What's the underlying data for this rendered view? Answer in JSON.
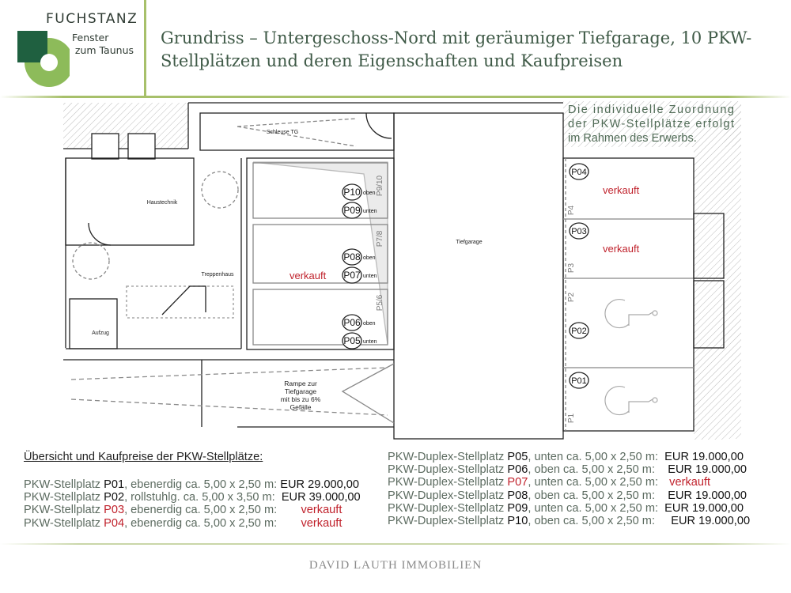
{
  "logo": {
    "name": "FUCHSTANZ",
    "sub_line1": "Fenster",
    "sub_line2": "zum Taunus"
  },
  "header": {
    "title_line1": "Grundriss – Untergeschoss-Nord mit geräumiger Tiefgarage, 10 PKW-",
    "title_line2": "Stellplätzen und deren Eigenschaften und Kaufpreisen"
  },
  "plan": {
    "note_line1": "Die individuelle Zuordnung",
    "note_line2": "der PKW-Stellplätze erfolgt",
    "note_line3": "im Rahmen des Erwerbs.",
    "rooms": {
      "haustechnik": "Haustechnik",
      "treppenhaus": "Treppenhaus",
      "aufzug": "Aufzug",
      "schleuse": "Schleuse TG",
      "tiefgarage": "Tiefgarage"
    },
    "ramp": [
      "Rampe zur",
      "Tiefgarage",
      "mit bis zu 6%",
      "Gefälle"
    ],
    "duplex_bays": [
      "P9/10",
      "P7/8",
      "P5/6"
    ],
    "bay_labels": [
      "P4",
      "P3",
      "P2",
      "P1"
    ],
    "spots": {
      "P10": "P10",
      "P09": "P09",
      "P08": "P08",
      "P07": "P07",
      "P06": "P06",
      "P05": "P05",
      "P04": "P04",
      "P03": "P03",
      "P02": "P02",
      "P01": "P01"
    },
    "oben": "oben",
    "unten": "unten",
    "sold": "verkauft"
  },
  "list": {
    "heading": "Übersicht und Kaufpreise der PKW-Stellplätze:",
    "left": [
      {
        "prefix": "PKW-Stellplatz ",
        "code": "P01",
        "desc": ", ebenerdig ca. 5,00 x 2,50 m: ",
        "price": "EUR 29.000,00",
        "sold": false
      },
      {
        "prefix": "PKW-Stellplatz ",
        "code": "P02",
        "desc": ", rollstuhlg. ca. 5,00 x 3,50 m:  ",
        "price": "EUR 39.000,00",
        "sold": false
      },
      {
        "prefix": "PKW-Stellplatz ",
        "code": "P03",
        "desc": ", ebenerdig ca. 5,00 x 2,50 m:      ",
        "price": "verkauft",
        "sold": true
      },
      {
        "prefix": "PKW-Stellplatz ",
        "code": "P04",
        "desc": ", ebenerdig ca. 5,00 x 2,50 m:      ",
        "price": "verkauft",
        "sold": true
      }
    ],
    "right": [
      {
        "prefix": "PKW-Duplex-Stellplatz ",
        "code": "P05",
        "desc": ", unten ca. 5,00 x 2,50 m:  ",
        "price": "EUR 19.000,00",
        "sold": false
      },
      {
        "prefix": "PKW-Duplex-Stellplatz ",
        "code": "P06",
        "desc": ", oben ca. 5,00 x 2,50 m:    ",
        "price": "EUR 19.000,00",
        "sold": false
      },
      {
        "prefix": "PKW-Duplex-Stellplatz ",
        "code": "P07",
        "desc": ", unten ca. 5,00 x 2,50 m:  ",
        "price": "verkauft",
        "sold": true
      },
      {
        "prefix": "PKW-Duplex-Stellplatz ",
        "code": "P08",
        "desc": ", oben ca. 5,00 x 2,50 m:    ",
        "price": "EUR 19.000,00",
        "sold": false
      },
      {
        "prefix": "PKW-Duplex-Stellplatz ",
        "code": "P09",
        "desc": ", unten ca. 5,00 x 2,50 m:  ",
        "price": "EUR 19.000,00",
        "sold": false
      },
      {
        "prefix": "PKW-Duplex-Stellplatz ",
        "code": "P10",
        "desc": ", oben ca. 5,00 x 2,50 m:     ",
        "price": "EUR 19.000,00",
        "sold": false
      }
    ]
  },
  "footer": "DAVID LAUTH IMMOBILIEN",
  "colors": {
    "accent": "#a7c06a",
    "logo_dark": "#1f6040",
    "logo_light": "#8dbb5a",
    "sold": "#c0222c",
    "text": "#5c6b60"
  }
}
